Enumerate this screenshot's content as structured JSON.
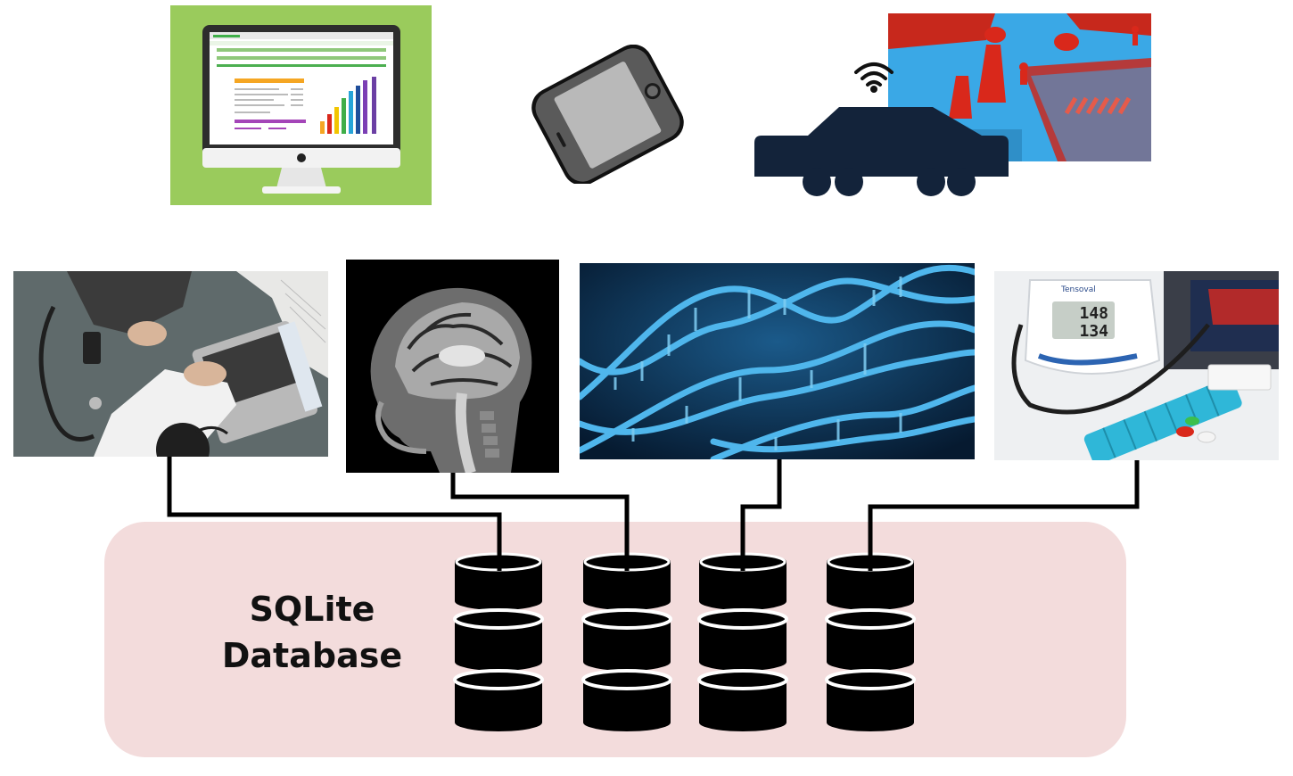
{
  "colors": {
    "panel": "#f3dcdc",
    "cylinder": "#000000",
    "connector": "#000000",
    "monitor_bg": "#9acb5c",
    "car": "#13233a",
    "phone": "#5a5a5a",
    "dna_bg": "#0b2a4c",
    "dna_strand": "#4fb6ec",
    "road": "#3aa8e6",
    "cone": "#d9281b"
  },
  "database": {
    "label_line1": "SQLite",
    "label_line2": "Database",
    "cylinder_count": 4
  },
  "device_readout": {
    "top": "148",
    "bottom": "134",
    "brand": "Tensoval"
  },
  "icons": {
    "monitor": "spreadsheet-monitor-icon",
    "phone": "smartphone-icon",
    "car": "connected-car-icon",
    "wifi": "wifi-icon",
    "database": "database-cylinder-icon"
  }
}
